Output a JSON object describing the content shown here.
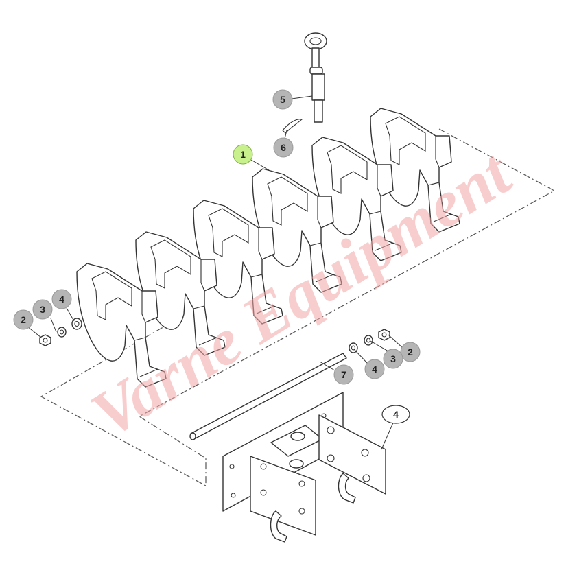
{
  "watermark": {
    "text": "Varne Equipment",
    "color": "#f4a6a6"
  },
  "callouts": [
    {
      "label": "1",
      "style": "highlight",
      "color": "#c8f08c"
    },
    {
      "label": "2",
      "style": "grey",
      "color": "#b5b5b5"
    },
    {
      "label": "3",
      "style": "grey",
      "color": "#b5b5b5"
    },
    {
      "label": "4",
      "style": "grey",
      "color": "#b5b5b5"
    },
    {
      "label": "5",
      "style": "grey",
      "color": "#b5b5b5"
    },
    {
      "label": "6",
      "style": "grey",
      "color": "#b5b5b5"
    },
    {
      "label": "7",
      "style": "grey",
      "color": "#b5b5b5"
    },
    {
      "label": "2",
      "style": "grey",
      "color": "#b5b5b5"
    },
    {
      "label": "3",
      "style": "grey",
      "color": "#b5b5b5"
    },
    {
      "label": "4",
      "style": "grey",
      "color": "#b5b5b5"
    },
    {
      "label": "4",
      "style": "outline",
      "color": "#ffffff"
    }
  ]
}
